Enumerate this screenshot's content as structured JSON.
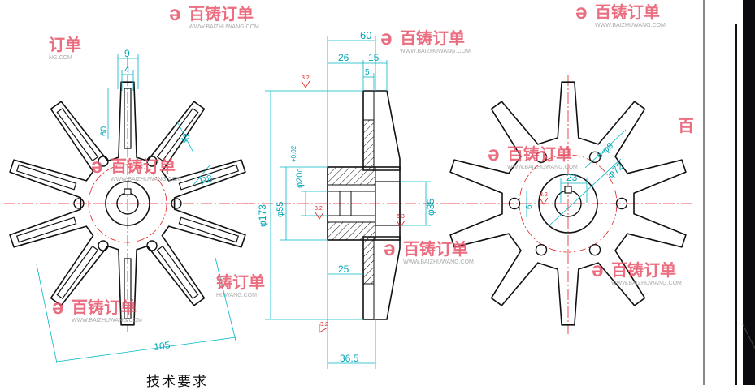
{
  "drawing": {
    "left_view": {
      "dimensions": {
        "width_top": "9",
        "width_key": "4",
        "radius": "R8",
        "height": "105",
        "length_60": "60",
        "angle_43": "43"
      }
    },
    "section_view": {
      "dimensions": {
        "overall": "60",
        "a": "26",
        "b": "15",
        "c": "5",
        "dia_173": "φ173",
        "dia_55": "φ55",
        "dia_20": "φ20",
        "dia_35": "φ35",
        "len_25": "25",
        "len_36_5": "36.5",
        "tol_upper": "+0.02",
        "tol_lower": "0",
        "rough_1": "3.2",
        "rough_2": "3.2",
        "rough_3": "3.2",
        "rough_4": "6.3"
      }
    },
    "right_view": {
      "dimensions": {
        "dia_72": "φ72",
        "len_23": "23",
        "dia_6": "6-φ9",
        "dim_6": "6",
        "rough_r": "3.2"
      }
    },
    "caption": "技术要求"
  },
  "watermarks": [
    {
      "brand": "百铸订单",
      "url": "WWW.BAIZHUWANG.COM"
    },
    {
      "brand": "百铸订单",
      "url": "WWW.BAIZHUWANG.COM"
    },
    {
      "brand": "订单",
      "url": "NG.COM"
    },
    {
      "brand": "百铸订单",
      "url": "WWW.BAIZHUWANG.COM"
    },
    {
      "brand": "百铸订单",
      "url": "WWW.BAIZHUWANG.COM"
    },
    {
      "brand": "百铸订单",
      "url": "WWW.BAIZHUWANG.COM"
    },
    {
      "brand": "百铸订单",
      "url": "WWW.BAIZHUWANG.COM"
    },
    {
      "brand": "铸订单",
      "url": "HUWANG.COM"
    },
    {
      "brand": "百铸订单",
      "url": "WWW.BAIZHUWANG.COM"
    },
    {
      "brand": "百铸订单",
      "url": "WWW.BAIZHUWANG.COM"
    },
    {
      "brand": "百",
      "url": ""
    }
  ],
  "colors": {
    "outline": "#111111",
    "dimension": "#00b8c8",
    "center": "#e02020",
    "watermark": "#e8546a",
    "watermark_text": "#9a9a9a"
  }
}
